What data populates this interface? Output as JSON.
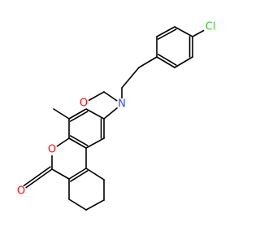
{
  "structure": {
    "atom_labels": [
      {
        "id": "cl",
        "text": "Cl",
        "color": "#33cc33"
      },
      {
        "id": "n",
        "text": "N",
        "color": "#3050f8"
      },
      {
        "id": "o-ring-ether",
        "text": "O",
        "color": "#ff0d0d"
      },
      {
        "id": "o-lactone",
        "text": "O",
        "color": "#ff0d0d"
      },
      {
        "id": "o-carbonyl",
        "text": "O",
        "color": "#ff0d0d"
      }
    ],
    "bond_color": "#000000"
  }
}
